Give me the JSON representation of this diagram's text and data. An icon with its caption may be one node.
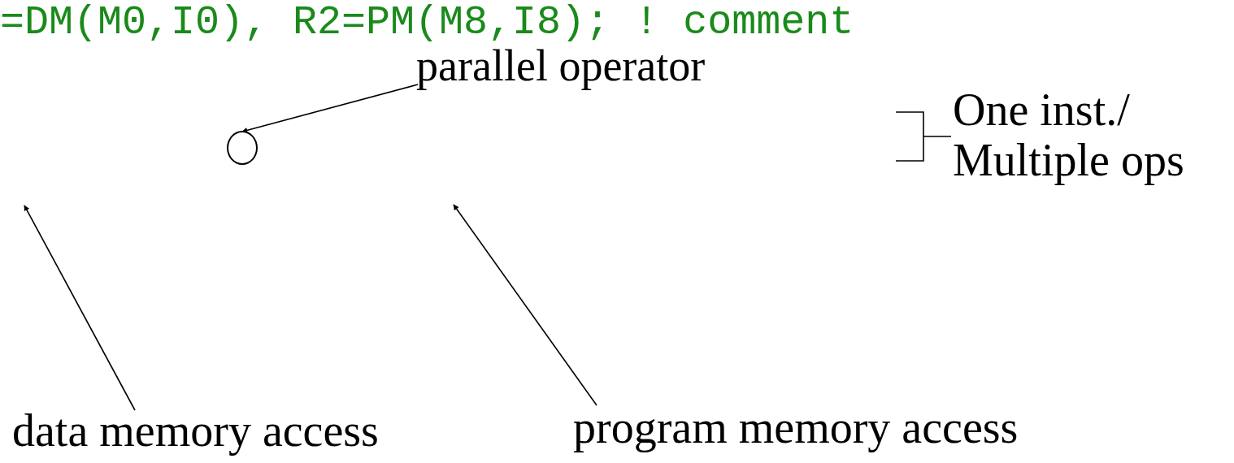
{
  "diagram": {
    "nodes": [
      {
        "text": [
          "parallel operator"
        ]
      },
      {
        "text": [],
        "shape": "circle"
      },
      {
        "text": [
          "data memory access"
        ]
      },
      {
        "text": [
          "program memory access"
        ]
      }
    ],
    "edges": [
      {
        "from": 0,
        "to": 1,
        "arrow": "to"
      },
      {
        "from": 2,
        "to": null,
        "arrow": "to"
      },
      {
        "from": 3,
        "to": null,
        "arrow": "to"
      }
    ],
    "labels": [
      "=DM(M0,I0), R2=PM(M8,I8); ! comment",
      "One inst./ Multiple ops"
    ]
  }
}
